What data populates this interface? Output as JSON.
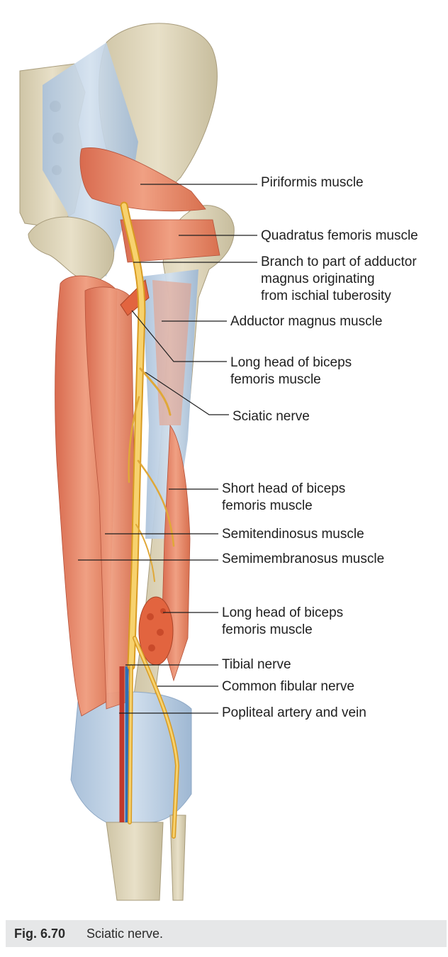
{
  "labels": [
    {
      "id": "piriformis",
      "lines": [
        "Piriformis muscle"
      ]
    },
    {
      "id": "quadratus",
      "lines": [
        "Quadratus femoris muscle"
      ]
    },
    {
      "id": "branch",
      "lines": [
        "Branch to part of adductor",
        "magnus originating",
        "from ischial tuberosity"
      ]
    },
    {
      "id": "adductor",
      "lines": [
        "Adductor magnus muscle"
      ]
    },
    {
      "id": "longhead1",
      "lines": [
        "Long head of biceps",
        "femoris muscle"
      ]
    },
    {
      "id": "sciatic",
      "lines": [
        "Sciatic nerve"
      ]
    },
    {
      "id": "shorthead",
      "lines": [
        "Short head of biceps",
        "femoris muscle"
      ]
    },
    {
      "id": "semitendinosus",
      "lines": [
        "Semitendinosus muscle"
      ]
    },
    {
      "id": "semimembranosus",
      "lines": [
        "Semimembranosus muscle"
      ]
    },
    {
      "id": "longhead2",
      "lines": [
        "Long head of biceps",
        "femoris muscle"
      ]
    },
    {
      "id": "tibial",
      "lines": [
        "Tibial nerve"
      ]
    },
    {
      "id": "fibular",
      "lines": [
        "Common fibular nerve"
      ]
    },
    {
      "id": "popliteal",
      "lines": [
        "Popliteal artery and vein"
      ]
    }
  ],
  "caption": {
    "number": "Fig. 6.70",
    "text": "Sciatic nerve."
  },
  "colors": {
    "bone": "#d9d0b4",
    "ligament": "#b8cde3",
    "muscle": "#e58a6c",
    "nerve": "#f2c14e",
    "artery": "#c0392b",
    "vein": "#2f6fb5",
    "leader": "#1f1f1f"
  }
}
